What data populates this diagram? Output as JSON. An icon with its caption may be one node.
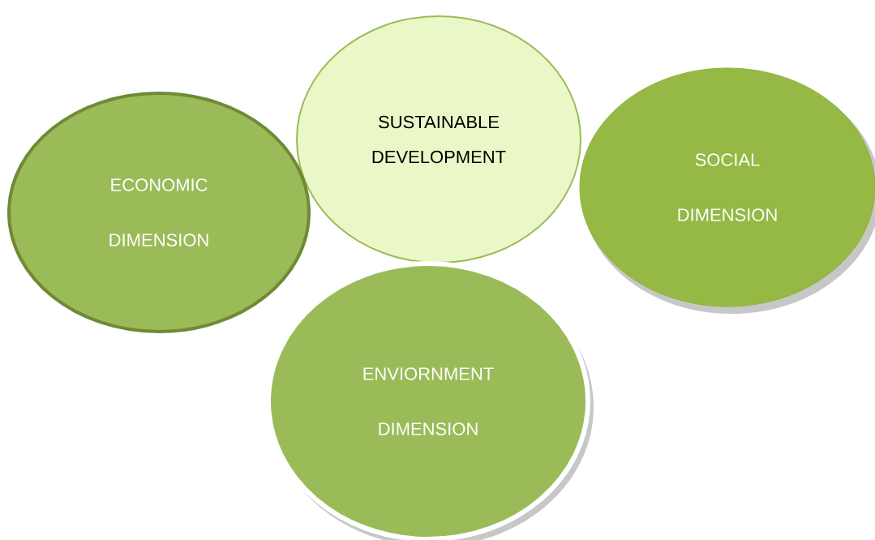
{
  "diagram": {
    "nodes": [
      {
        "text": [
          "ECONOMIC DIMENSION"
        ]
      },
      {
        "text": [
          "SUSTAINABLE DEVELOPMENT"
        ]
      },
      {
        "text": [
          "SOCIAL DIMENSION"
        ]
      },
      {
        "text": [
          "ENVIORNMENT DIMENSION"
        ]
      }
    ]
  }
}
